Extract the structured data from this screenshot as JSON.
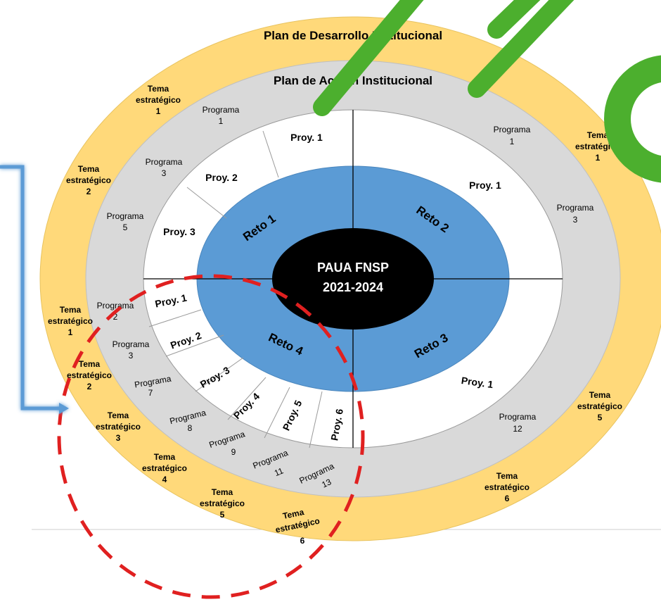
{
  "titles": {
    "outer": "Plan de Desarrollo Institucional",
    "middle": "Plan de Acción Institucional"
  },
  "center": {
    "line1": "PAUA FNSP",
    "line2": "2021-2024"
  },
  "retos": [
    "Reto 1",
    "Reto 2",
    "Reto 3",
    "Reto 4"
  ],
  "proyectos": {
    "q1": [
      "Proy. 1",
      "Proy. 2",
      "Proy. 3"
    ],
    "q2": [
      "Proy. 1"
    ],
    "q3": [
      "Proy. 1"
    ],
    "q4": [
      "Proy. 1",
      "Proy. 2",
      "Proy. 3",
      "Proy. 4",
      "Proy. 5",
      "Proy. 6"
    ]
  },
  "programas": {
    "q1": [
      [
        "Programa",
        "1"
      ],
      [
        "Programa",
        "3"
      ],
      [
        "Programa",
        "5"
      ]
    ],
    "q2": [
      [
        "Programa",
        "1"
      ],
      [
        "Programa",
        "3"
      ]
    ],
    "q3": [
      [
        "Programa",
        "12"
      ]
    ],
    "q4": [
      [
        "Programa",
        "2"
      ],
      [
        "Programa",
        "3"
      ],
      [
        "Programa",
        "7"
      ],
      [
        "Programa",
        "8"
      ],
      [
        "Programa",
        "9"
      ],
      [
        "Programa",
        "11"
      ],
      [
        "Programa",
        "13"
      ]
    ]
  },
  "temas": {
    "q1": [
      [
        "Tema",
        "estratégico",
        "1"
      ],
      [
        "Tema",
        "estratégico",
        "2"
      ]
    ],
    "q2": [
      [
        "Tema",
        "estratégico",
        "1"
      ]
    ],
    "q3": [
      [
        "Tema",
        "estratégico",
        "5"
      ],
      [
        "Tema",
        "estratégico",
        "6"
      ]
    ],
    "q4": [
      [
        "Tema",
        "estratégico",
        "1"
      ],
      [
        "Tema",
        "estratégico",
        "2"
      ],
      [
        "Tema",
        "estratégico",
        "3"
      ],
      [
        "Tema",
        "estratégico",
        "4"
      ],
      [
        "Tema",
        "estratégico",
        "5"
      ],
      [
        "Tema",
        "estratégico",
        "6"
      ]
    ]
  },
  "colors": {
    "outer_ring": "#FFD97A",
    "middle_ring": "#D9D9D9",
    "project_ring": "#FFFFFF",
    "reto_ring": "#5B9BD5",
    "center": "#000000",
    "dashed_circle": "#E02020",
    "green_marks": "#4CAF2E",
    "blue_arrow": "#5B9BD5"
  }
}
